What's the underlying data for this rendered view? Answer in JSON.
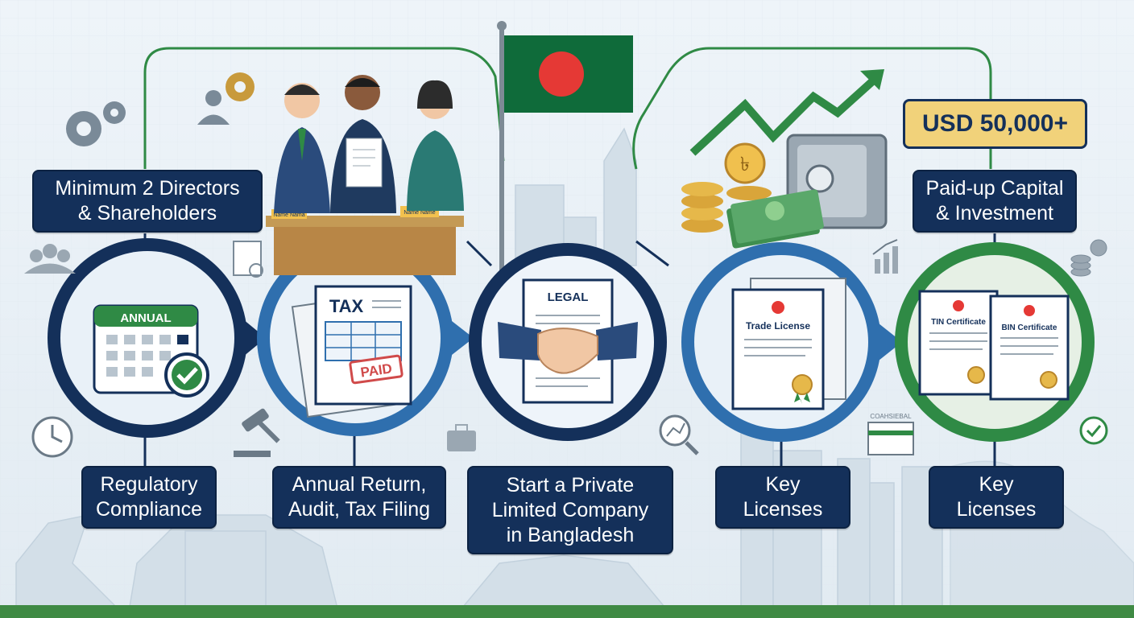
{
  "colors": {
    "navy": "#14305a",
    "green": "#2f8a45",
    "blue": "#2f6fae",
    "gold": "#f1d27a",
    "red": "#e53935"
  },
  "labels": {
    "directors": [
      "Minimum 2 Directors",
      "& Shareholders"
    ],
    "capital": [
      "Paid-up Capital",
      "& Investment"
    ],
    "compliance": [
      "Regulatory",
      "Compliance"
    ],
    "annual_return": [
      "Annual Return,",
      "Audit, Tax Filing"
    ],
    "start": [
      "Start a Private",
      "Limited Company",
      "in Bangladesh"
    ],
    "key_licenses_1": [
      "Key",
      "Licenses"
    ],
    "key_licenses_2": [
      "Key",
      "Licenses"
    ]
  },
  "badge": {
    "capital_amount": "USD 50,000+"
  },
  "illustrations": {
    "calendar_title": "ANNUAL",
    "tax_title": "TAX",
    "paid_stamp": "PAID",
    "legal_title": "LEGAL",
    "trade_license": "Trade License",
    "tin_certificate": "TIN Certificate",
    "bin_certificate": "BIN Certificate",
    "name_plate_1": "Name Nama",
    "name_plate_2": "Name Name",
    "shop_sign": "COAHSIEBAL",
    "taka_symbol": "৳"
  },
  "icons": [
    "gear-icon",
    "person-icon",
    "group-icon",
    "clock-icon",
    "gavel-icon",
    "document-search-icon",
    "briefcase-icon",
    "magnifier-chart-icon",
    "bar-chart-icon",
    "coins-icon",
    "storefront-icon",
    "check-circle-icon",
    "bangladesh-flag",
    "safe-icon",
    "growth-arrow-icon",
    "cash-icon",
    "handshake-icon",
    "ribbon-seal-icon"
  ]
}
